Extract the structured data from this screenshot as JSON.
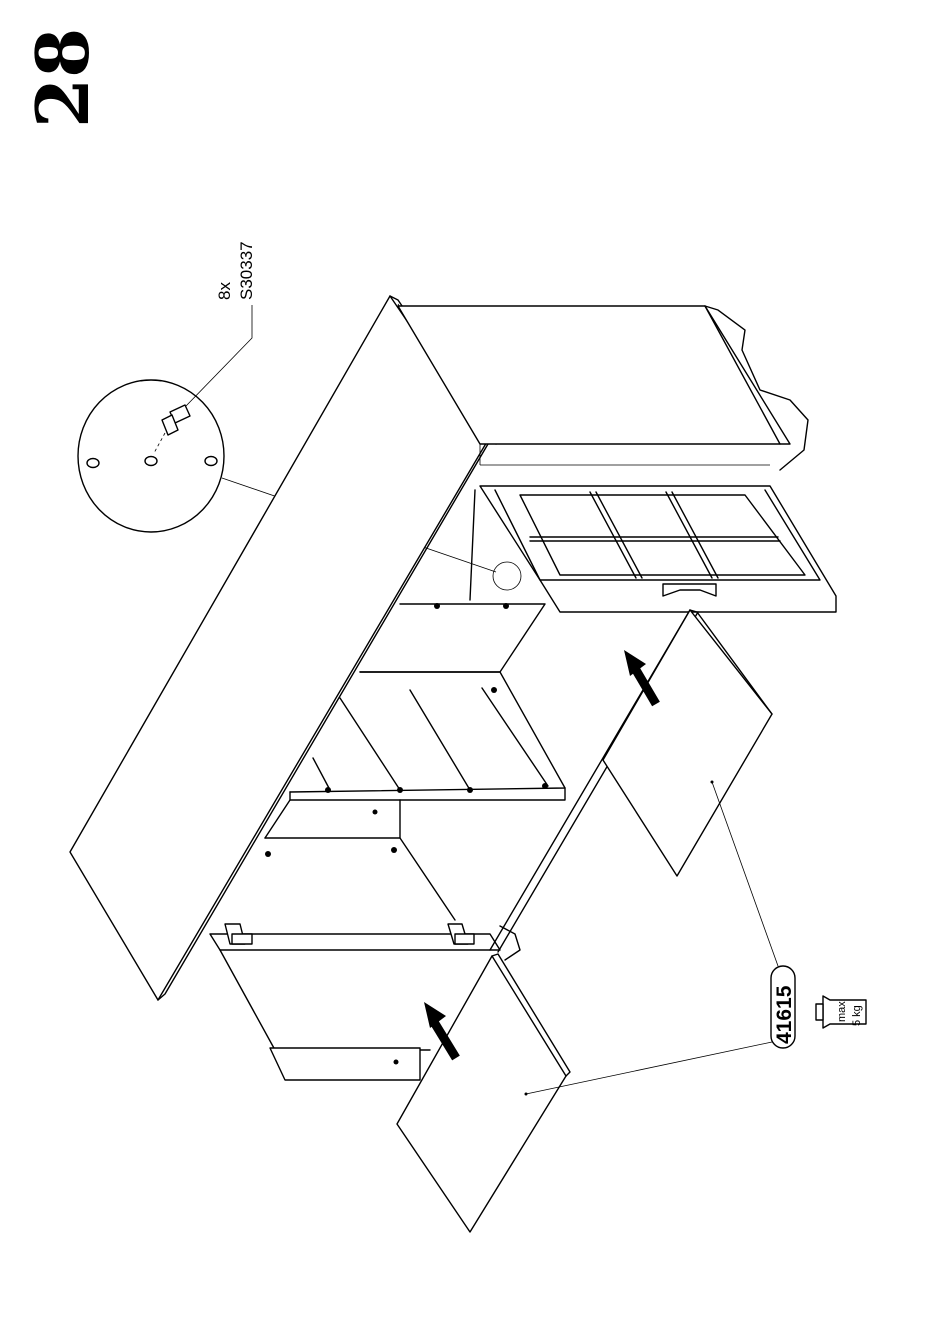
{
  "step": {
    "number": "28"
  },
  "hardware": {
    "quantity": "8x",
    "code": "S30337"
  },
  "door_part": {
    "number": "41615"
  },
  "weight_limit": {
    "label": "max",
    "value": "5 kg"
  }
}
